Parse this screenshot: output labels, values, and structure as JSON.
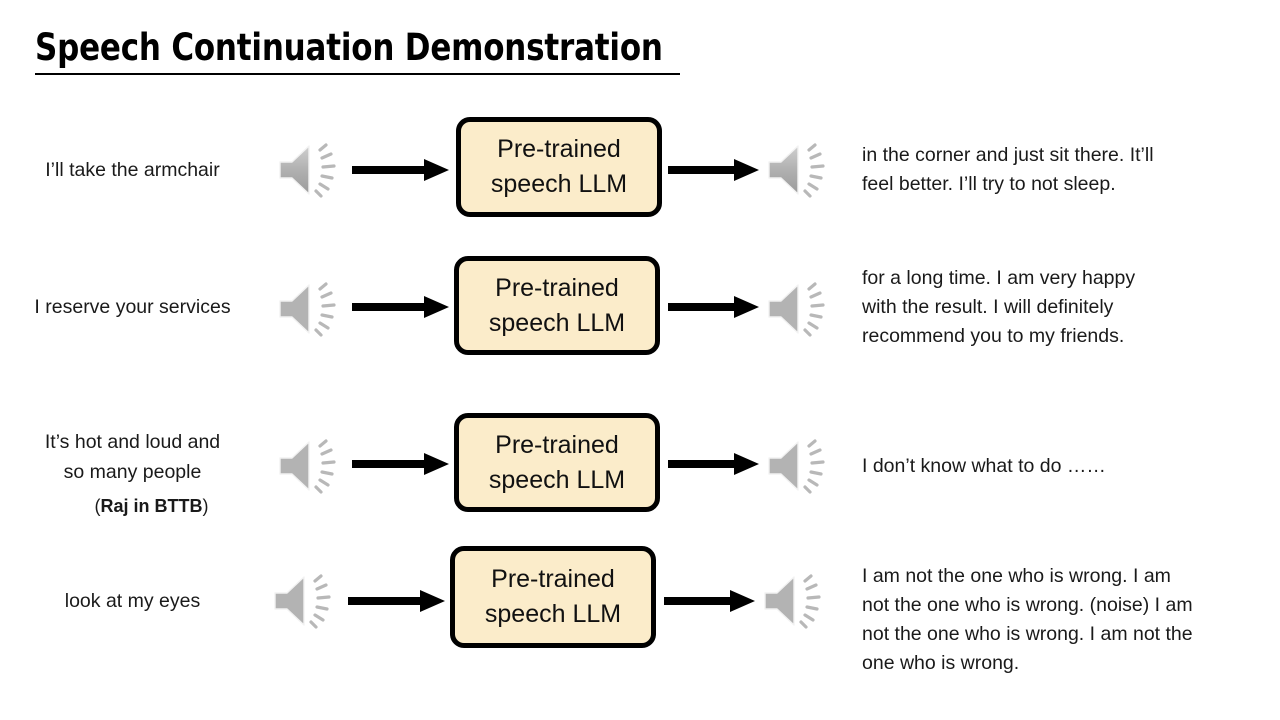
{
  "title": {
    "text": "Speech Continuation Demonstration"
  },
  "colors": {
    "box_fill": "#fbecca",
    "box_border": "#000000",
    "arrow": "#000000",
    "speaker_icon": "#a6a6a6",
    "background": "#ffffff",
    "text": "#1a1a1a"
  },
  "model_box": {
    "line1": "Pre-trained",
    "line2": "speech LLM"
  },
  "icons": {
    "input_speaker": "speaker-icon",
    "output_speaker": "speaker-icon",
    "arrow_in": "arrow-right-icon",
    "arrow_out": "arrow-right-icon"
  },
  "rows": [
    {
      "id": "row-1",
      "prompt_lines": [
        "I’ll take the armchair"
      ],
      "prompt_note": "",
      "output_lines": [
        "in the corner and just sit there. It’ll",
        "feel better. I’ll try to not sleep."
      ]
    },
    {
      "id": "row-2",
      "prompt_lines": [
        "I reserve your services"
      ],
      "prompt_note": "",
      "output_lines": [
        "for a long time. I am very happy",
        "with the result. I will definitely",
        "recommend you to my friends."
      ]
    },
    {
      "id": "row-3",
      "prompt_lines": [
        "It’s hot and loud and",
        "so many people"
      ],
      "prompt_note_prefix": "(",
      "prompt_note_bold": "Raj in BTTB",
      "prompt_note_suffix": ")",
      "output_lines": [
        "I don’t know what to do ……"
      ]
    },
    {
      "id": "row-4",
      "prompt_lines": [
        "look at my eyes"
      ],
      "prompt_note": "",
      "output_lines": [
        "I am not the one who is wrong. I am",
        "not the one who is wrong. (noise) I am",
        "not the one who is wrong. I am not the",
        "one who is wrong."
      ]
    }
  ]
}
